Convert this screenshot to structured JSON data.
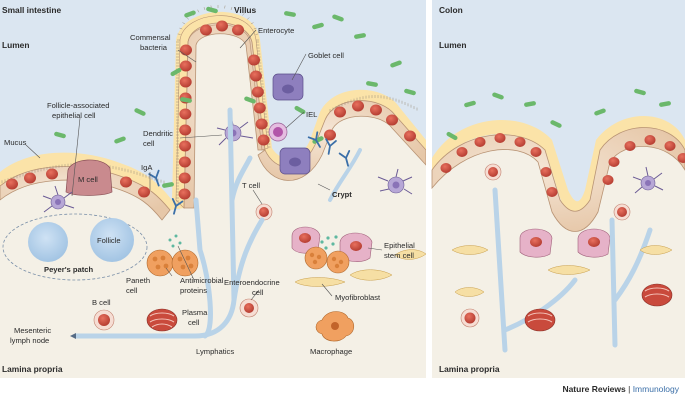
{
  "sections": {
    "small_intestine": "Small intestine",
    "colon": "Colon",
    "villus": "Villus",
    "lumen_left": "Lumen",
    "lumen_right": "Lumen",
    "lamina_left": "Lamina propria",
    "lamina_right": "Lamina propria"
  },
  "labels": {
    "commensal_1": "Commensal",
    "commensal_2": "bacteria",
    "enterocyte": "Enterocyte",
    "goblet": "Goblet cell",
    "iel": "IEL",
    "fae_1": "Follicle-associated",
    "fae_2": "epithelial cell",
    "mucus": "Mucus",
    "dendritic_1": "Dendritic",
    "dendritic_2": "cell",
    "iga": "IgA",
    "m_cell": "M cell",
    "follicle": "Follicle",
    "peyers": "Peyer's patch",
    "t_cell": "T cell",
    "crypt": "Crypt",
    "epithelial_stem_1": "Epithelial",
    "epithelial_stem_2": "stem cell",
    "paneth_1": "Paneth",
    "paneth_2": "cell",
    "antimicrobial_1": "Antimicrobial",
    "antimicrobial_2": "proteins",
    "enteroendocrine_1": "Enteroendocrine",
    "enteroendocrine_2": "cell",
    "myofibroblast": "Myofibroblast",
    "b_cell": "B cell",
    "plasma_1": "Plasma",
    "plasma_2": "cell",
    "mesenteric_1": "Mesenteric",
    "mesenteric_2": "lymph node",
    "lymphatics": "Lymphatics",
    "macrophage": "Macrophage"
  },
  "credit": {
    "journal": "Nature Reviews",
    "separator": " | ",
    "section": "Immunology"
  },
  "colors": {
    "lumen": "#dbe6f1",
    "lamina": "#f4f0e6",
    "mucus": "#fbe3a8",
    "epithelium": "#f3ddc7",
    "nucleus": "#c94a3c",
    "goblet": "#8e7fbe",
    "paneth": "#f0a060",
    "stem": "#e6b2c8",
    "lymphatic": "#b9d3e8",
    "bacteria": "#6bb86b",
    "antibody": "#3b6fa8",
    "credit_accent": "#3b6fa8"
  }
}
